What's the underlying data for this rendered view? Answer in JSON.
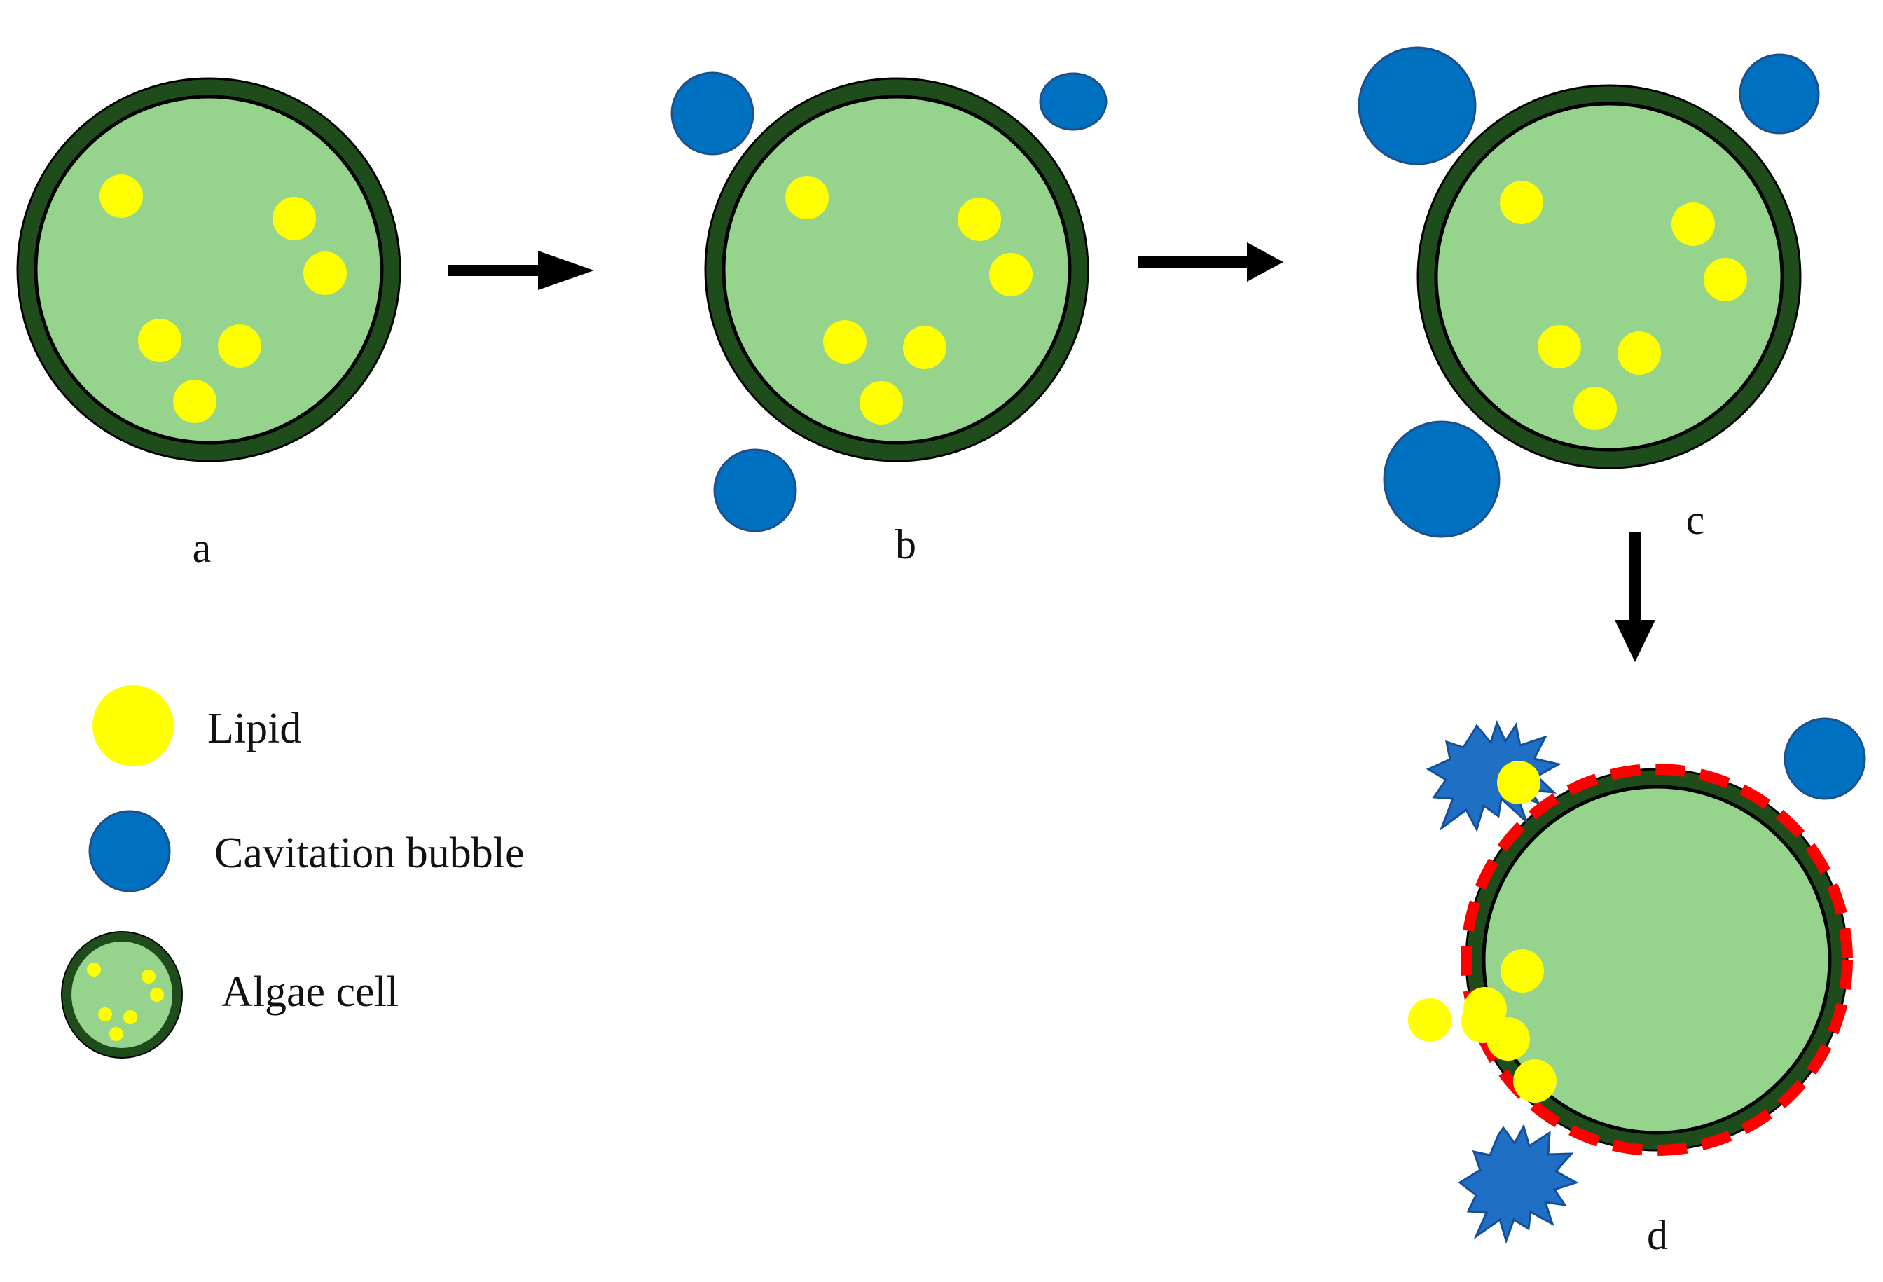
{
  "stages": [
    {
      "label": "a"
    },
    {
      "label": "b"
    },
    {
      "label": "c"
    },
    {
      "label": "d"
    }
  ],
  "legend": [
    {
      "icon": "lipid-icon",
      "label": "Lipid"
    },
    {
      "icon": "cavitation-bubble-icon",
      "label": "Cavitation bubble"
    },
    {
      "icon": "algae-cell-icon",
      "label": "Algae cell"
    }
  ],
  "colors": {
    "cell_fill": "#96d38c",
    "cell_wall": "#1e4d1b",
    "lipid": "#ffff00",
    "bubble": "#0070c0",
    "burst": "#1f6fc4",
    "rupture": "#ff0000",
    "arrow": "#000000"
  }
}
